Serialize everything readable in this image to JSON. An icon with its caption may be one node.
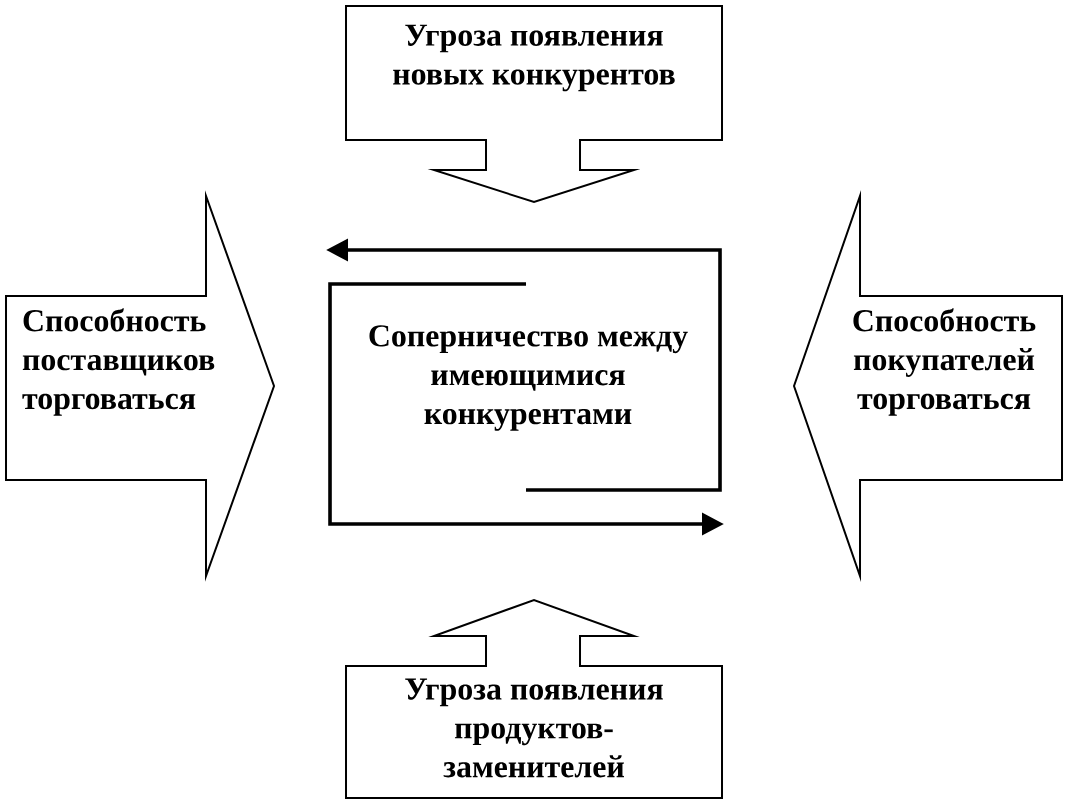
{
  "diagram": {
    "nodes": [
      {
        "text": [
          "Угроза появления новых конкурентов"
        ]
      },
      {
        "text": [
          "Способность поставщиков торговаться"
        ]
      },
      {
        "text": [
          "Соперничество между имеющимися конкурентами"
        ]
      },
      {
        "text": [
          "Способность покупателей торговаться"
        ]
      },
      {
        "text": [
          "Угроза появления продуктов-заменителей"
        ]
      }
    ]
  }
}
